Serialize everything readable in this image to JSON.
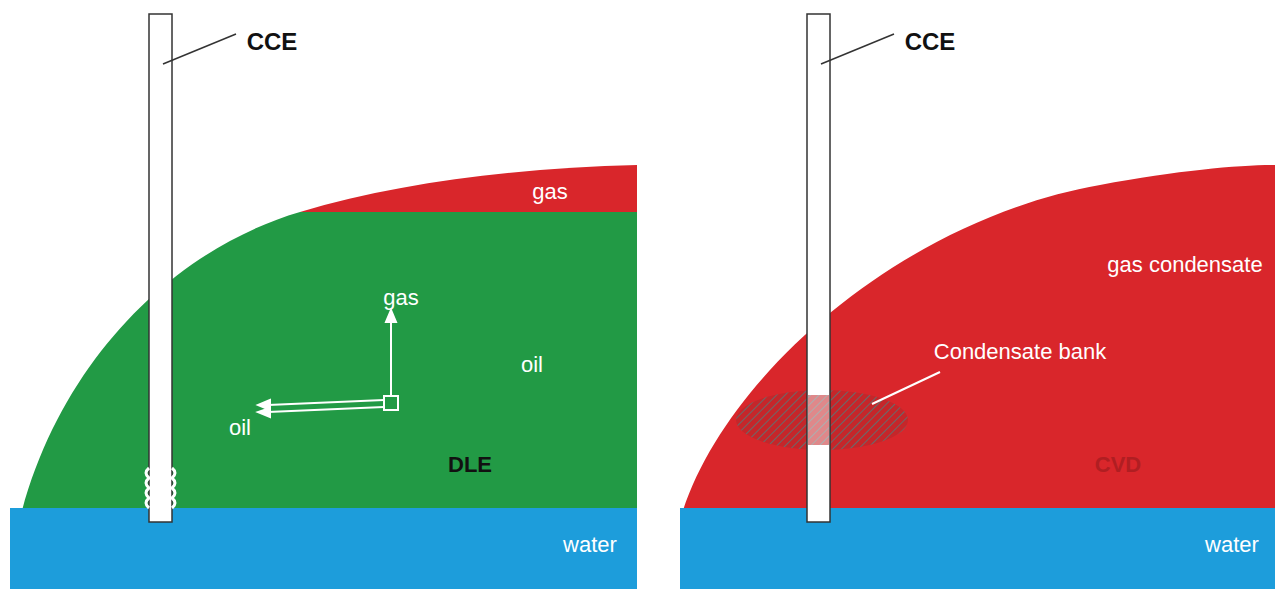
{
  "diagram": {
    "labels": [
      "CCE",
      "gas",
      "gas",
      "oil",
      "oil",
      "DLE",
      "water",
      "CCE",
      "gas condensate",
      "Condensate bank",
      "CVD",
      "water"
    ]
  }
}
